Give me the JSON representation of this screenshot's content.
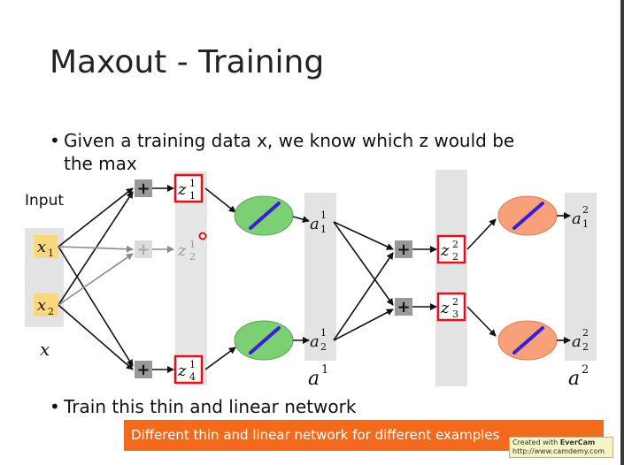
{
  "slide": {
    "title": "Maxout - Training",
    "bullet1_line1": "Given a training data x, we know which z would be",
    "bullet1_line2": "the max",
    "bullet2": "Train this thin and linear network",
    "banner": "Different thin and linear network for different examples",
    "watermark_line1": "Created with",
    "watermark_brand": "EverCam",
    "watermark_line2": "http://www.camdemy.com"
  },
  "diagram": {
    "input_label": "Input",
    "input_vector_label": "x",
    "x1": "x",
    "x1_sub": "1",
    "x2": "x",
    "x2_sub": "2",
    "plus": "+",
    "z_letter": "z",
    "z1_sub": "1",
    "z1_sup": "1",
    "z2_sub": "2",
    "z2_sup": "1",
    "z4_sub": "4",
    "z4_sup": "1",
    "z22_sub": "2",
    "z22_sup": "2",
    "z32_sub": "3",
    "z32_sup": "2",
    "a_letter": "a",
    "a11_sub": "1",
    "a11_sup": "1",
    "a21_sub": "2",
    "a21_sup": "1",
    "a12_sub": "1",
    "a12_sup": "2",
    "a22_sub": "2",
    "a22_sup": "2",
    "layer1_sup": "1",
    "layer2_sup": "2"
  },
  "colors": {
    "input_box": "#fbd77e",
    "green_node": "#7ccf72",
    "orange_node": "#f7a07a",
    "linear_line": "#3a1fd8",
    "highlight_box": "#e0101c",
    "column_bg": "#e3e3e3",
    "banner": "#f26b1d"
  }
}
